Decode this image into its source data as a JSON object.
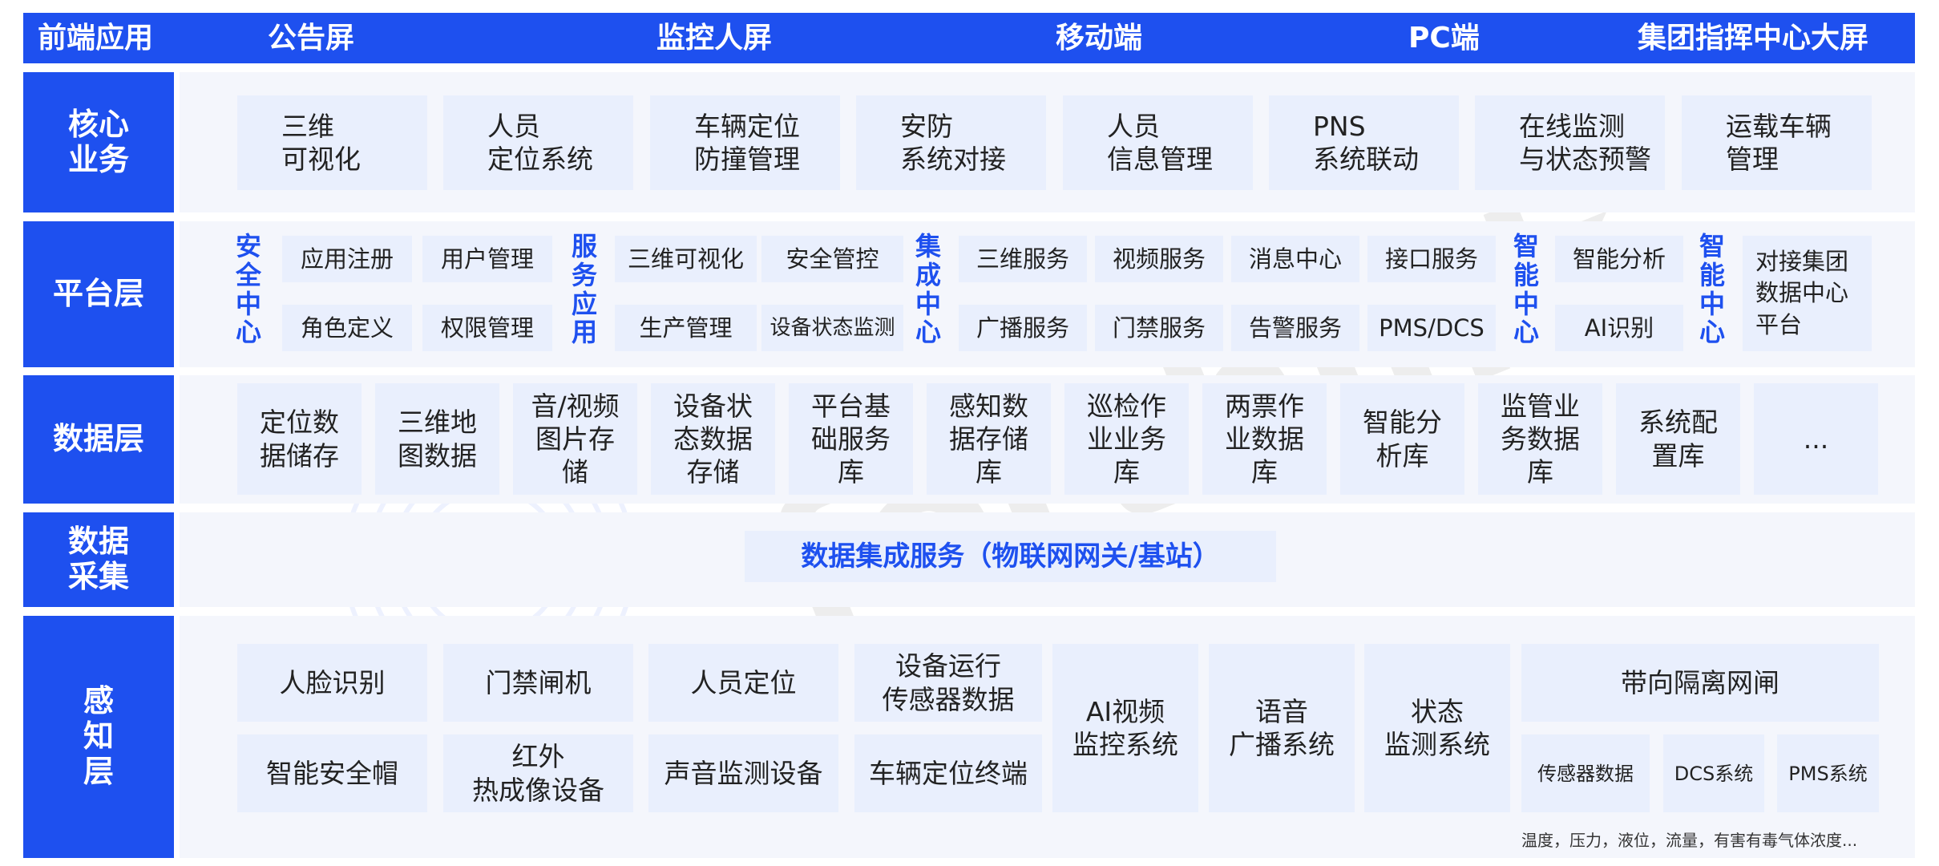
{
  "top_bar": {
    "label": "前端应用",
    "items": [
      "公告屏",
      "监控人屏",
      "移动端",
      "PC端",
      "集团指挥中心大屏"
    ]
  },
  "row_core": {
    "label": "核心\n业务",
    "items": [
      "三维\n可视化",
      "人员\n定位系统",
      "车辆定位\n防撞管理",
      "安防\n系统对接",
      "人员\n信息管理",
      "PNS\n系统联动",
      "在线监测\n与状态预警",
      "运载车辆\n管理"
    ]
  },
  "row_platform": {
    "label": "平台层",
    "groups": [
      {
        "title": "安全中心",
        "items": [
          "应用注册",
          "用户管理",
          "角色定义",
          "权限管理"
        ]
      },
      {
        "title": "服务应用",
        "items": [
          "三维可视化",
          "安全管控",
          "生产管理",
          "设备状态监测"
        ]
      },
      {
        "title": "集成中心",
        "items": [
          "三维服务",
          "视频服务",
          "消息中心",
          "接口服务",
          "广播服务",
          "门禁服务",
          "告警服务",
          "PMS/DCS"
        ]
      },
      {
        "title": "智能中心",
        "items": [
          "智能分析",
          "AI识别"
        ]
      },
      {
        "title": "智能中心",
        "items": [
          "对接集团\n数据中心\n平台"
        ]
      }
    ]
  },
  "row_data": {
    "label": "数据层",
    "items": [
      "定位数\n据储存",
      "三维地\n图数据",
      "音/视频\n图片存\n储",
      "设备状\n态数据\n存储",
      "平台基\n础服务\n库",
      "感知数\n据存储\n库",
      "巡检作\n业业务\n库",
      "两票作\n业数据\n库",
      "智能分\n析库",
      "监管业\n务数据\n库",
      "系统配\n置库",
      "..."
    ]
  },
  "row_collect": {
    "label": "数据\n采集",
    "service": "数据集成服务（物联网网关/基站）"
  },
  "row_perception": {
    "label": "感\n知\n层",
    "items": [
      "人脸识别",
      "门禁闸机",
      "人员定位",
      "设备运行\n传感器数据",
      "智能安全帽",
      "红外\n热成像设备",
      "声音监测设备",
      "车辆定位终端",
      "AI视频\n监控系统",
      "语音\n广播系统",
      "状态\n监测系统",
      "带向隔离网闸",
      "传感器数据",
      "DCS系统",
      "PMS系统"
    ],
    "note": "温度，压力，液位，流量，有害有毒气体浓度..."
  },
  "colors": {
    "primary": "#1e50ef",
    "panel": "#f4f6fc",
    "box": "#e9effd"
  }
}
